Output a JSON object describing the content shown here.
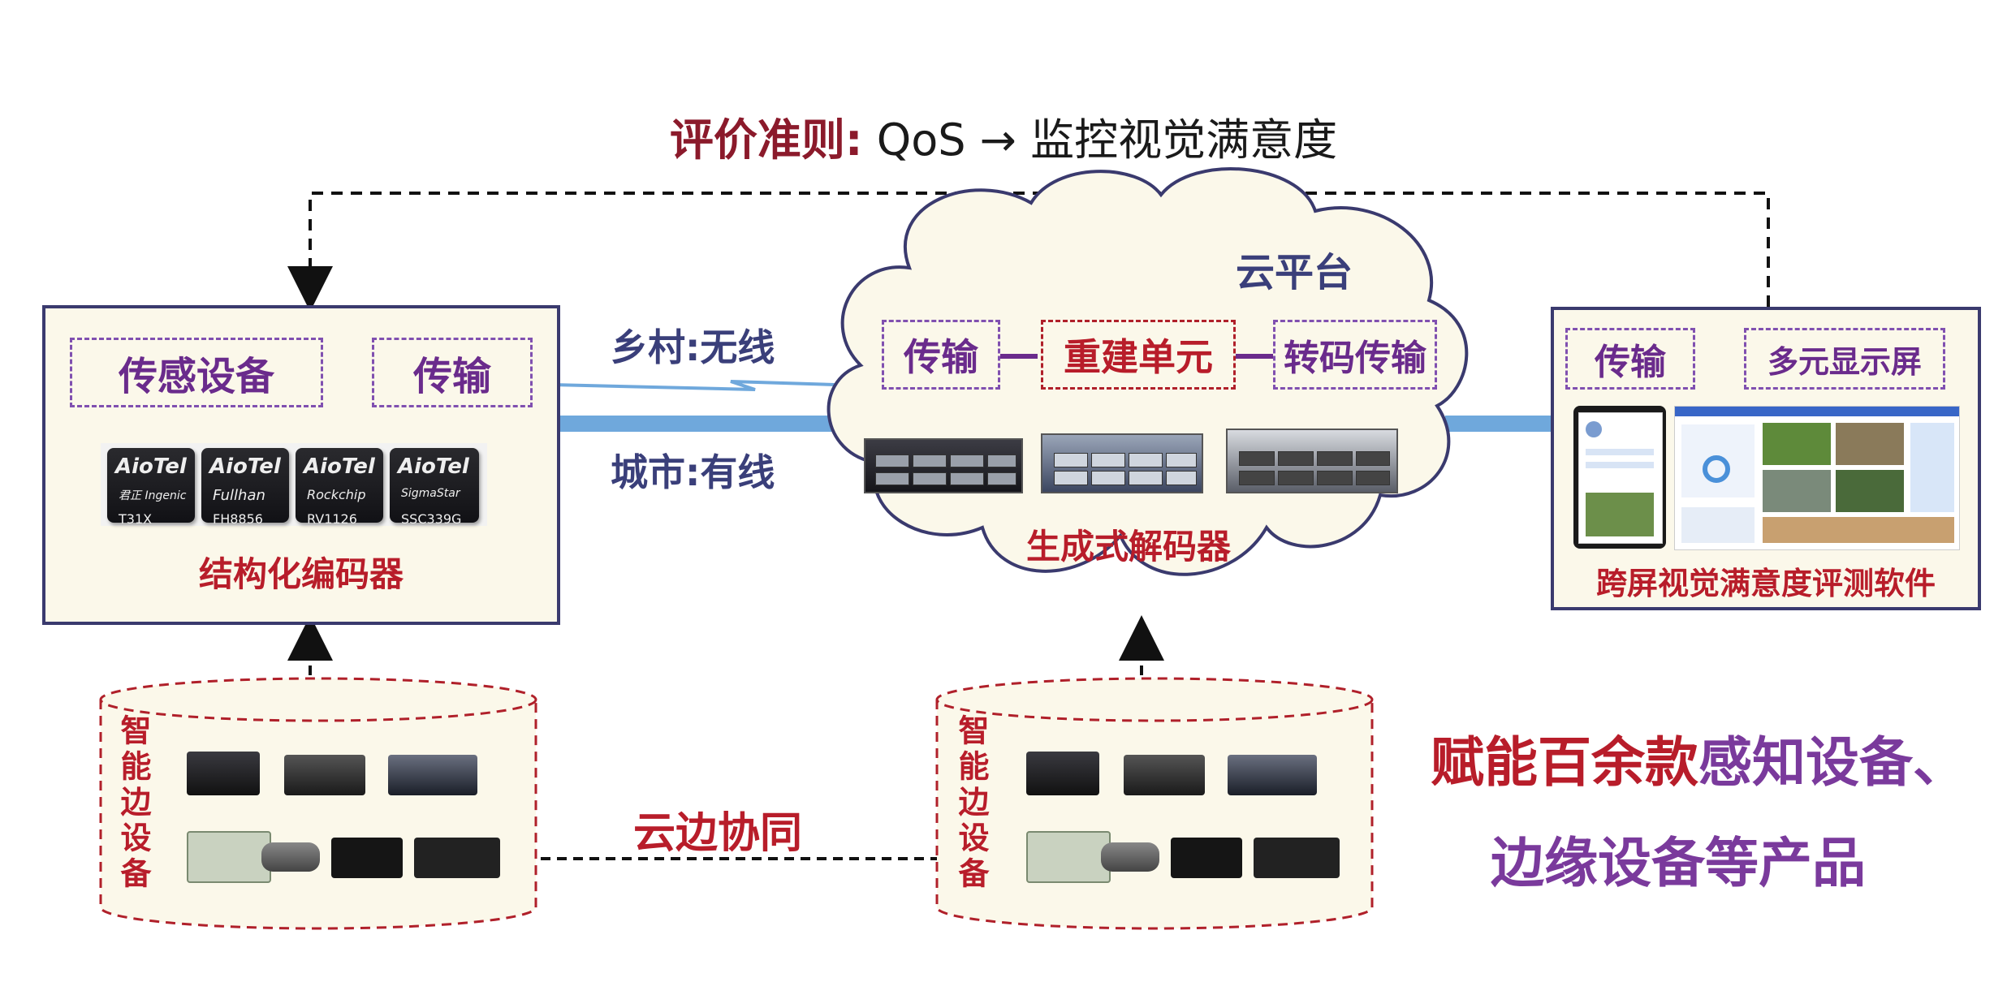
{
  "title": {
    "label": "评价准则:",
    "criterion": "QoS → 监控视觉满意度"
  },
  "left_panel": {
    "sensor": "传感设备",
    "transmit": "传输",
    "chips": [
      {
        "brand": "AioTel",
        "vendor": "君正 Ingenic",
        "model": "T31X"
      },
      {
        "brand": "AioTel",
        "vendor": "Fullhan",
        "model": "FH8856"
      },
      {
        "brand": "AioTel",
        "vendor": "Rockchip",
        "model": "RV1126"
      },
      {
        "brand": "AioTel",
        "vendor": "SigmaStar",
        "model": "SSC339G"
      }
    ],
    "caption": "结构化编码器"
  },
  "links": {
    "rural": "乡村:无线",
    "urban": "城市:有线",
    "cloud_edge": "云边协同"
  },
  "cloud": {
    "title": "云平台",
    "transmit": "传输",
    "rebuild": "重建单元",
    "transcode": "转码传输",
    "caption": "生成式解码器"
  },
  "right_panel": {
    "transmit": "传输",
    "display": "多元显示屏",
    "caption": "跨屏视觉满意度评测软件"
  },
  "edge_devices": {
    "label": "智能边设备"
  },
  "slogan": {
    "line1_red": "赋能百余款",
    "line1_purple": "感知设备、",
    "line2": "边缘设备等产品"
  },
  "colors": {
    "dark_red": "#8b1a2b",
    "red": "#b81d2a",
    "purple": "#6a2b8c",
    "navy": "#3a3f7a",
    "link_blue": "#6fa8dc",
    "panel_fill": "#fbf8ea"
  }
}
